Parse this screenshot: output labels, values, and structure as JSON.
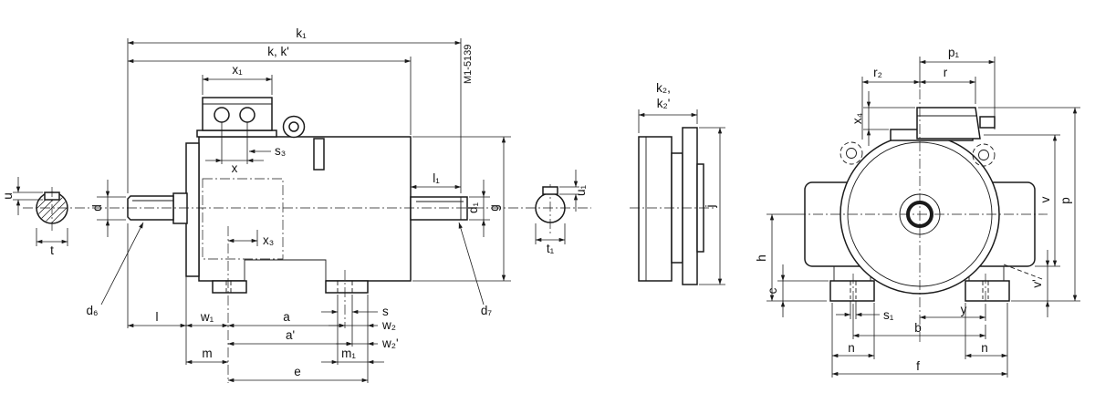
{
  "drawing": {
    "reference": "M1-5139"
  },
  "side_view": {
    "labels": {
      "k1": "k₁",
      "k_k_prime": "k, k'",
      "x1": "x₁",
      "s3": "s₃",
      "x": "x",
      "x3": "x₃",
      "u": "u",
      "t": "t",
      "d": "d",
      "d6": "d₆",
      "l": "l",
      "w1": "w₁",
      "a": "a",
      "a_prime": "a'",
      "m": "m",
      "m1": "m₁",
      "e": "e",
      "s": "s",
      "w2": "w₂",
      "w2_prime": "w₂'",
      "l1": "l₁",
      "u1": "u₁",
      "t1": "t₁",
      "d7": "d₇",
      "d1": "d₁",
      "g": "g"
    }
  },
  "flange_view": {
    "labels": {
      "k2": "k₂,",
      "k2_prime": "k₂'",
      "j": "j"
    }
  },
  "front_view": {
    "labels": {
      "p1": "p₁",
      "r2": "r₂",
      "r": "r",
      "x4": "x₄",
      "h": "h",
      "c": "c",
      "s1": "s₁",
      "y": "y",
      "b": "b",
      "n_left": "n",
      "n_right": "n",
      "f": "f",
      "v": "v",
      "v_prime": "v'",
      "p": "p"
    }
  }
}
